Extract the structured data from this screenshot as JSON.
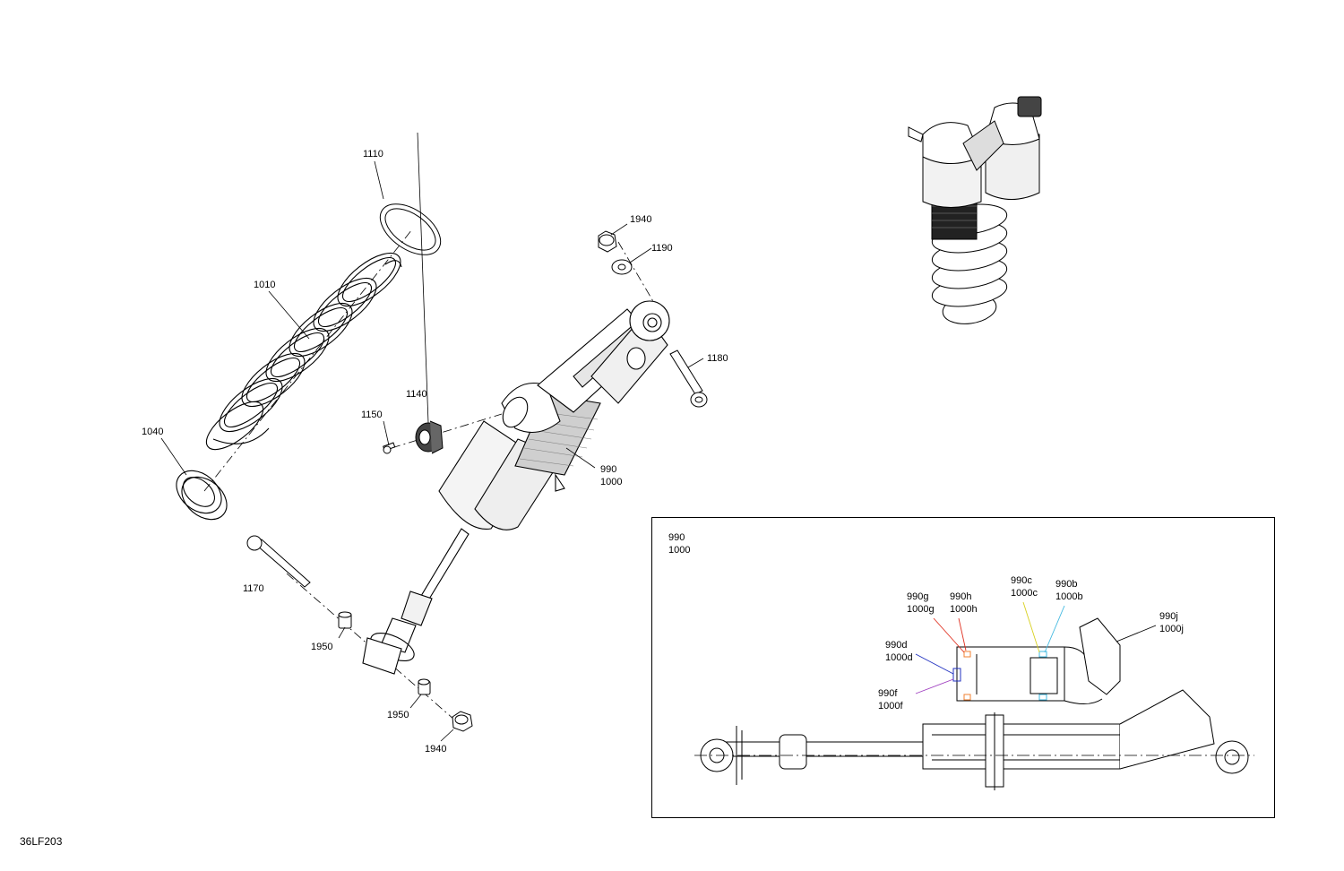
{
  "callouts": {
    "c1110": "1110",
    "c1010": "1010",
    "c1040": "1040",
    "c1940_top": "1940",
    "c1190": "1190",
    "c1180": "1180",
    "c1140": "1140",
    "c1150": "1150",
    "c990_main": "990",
    "c1000_main": "1000",
    "c1170": "1170",
    "c1950_upper": "1950",
    "c1950_lower": "1950",
    "c1940_bottom": "1940"
  },
  "inset": {
    "title_990": "990",
    "title_1000": "1000",
    "g1": "990g",
    "g2": "1000g",
    "h1": "990h",
    "h2": "1000h",
    "c1": "990c",
    "c2": "1000c",
    "b1": "990b",
    "b2": "1000b",
    "j1": "990j",
    "j2": "1000j",
    "d1": "990d",
    "d2": "1000d",
    "f1": "990f",
    "f2": "1000f"
  },
  "figure_code": "36LF203",
  "colors": {
    "line": "#000000",
    "shade": "#e8e8e8",
    "leader_red": "#e03020",
    "leader_blue": "#2030c0",
    "leader_purple": "#a040c0",
    "leader_yellow": "#d8d020",
    "leader_cyan": "#40b8e0",
    "seal_orange": "#f08030"
  }
}
